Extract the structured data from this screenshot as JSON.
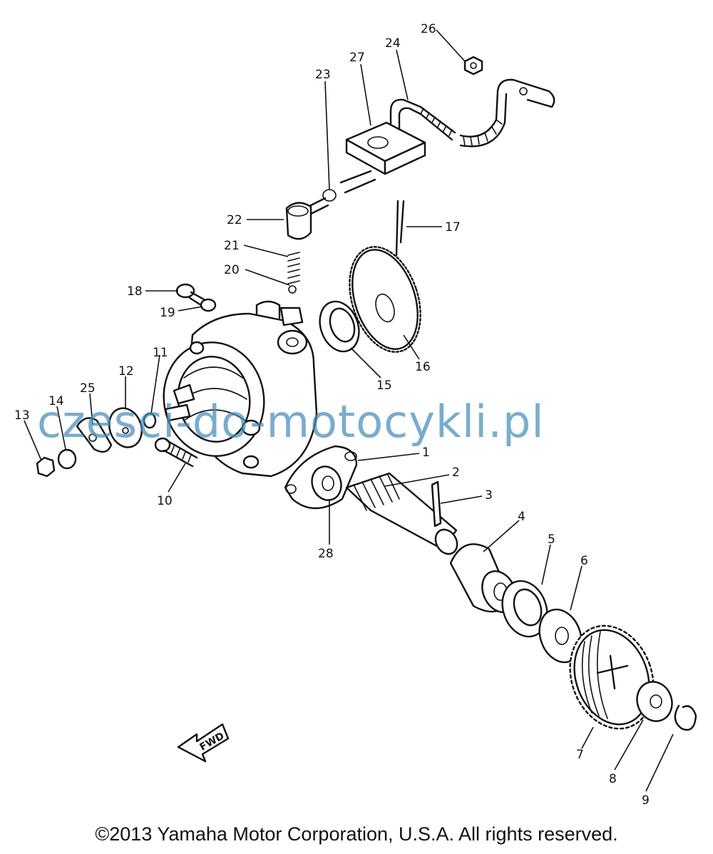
{
  "watermark": "czesci-do-motocykli.pl",
  "copyright": "©2013 Yamaha Motor Corporation, U.S.A. All rights reserved.",
  "direction_label": "FWD",
  "callouts": [
    "1",
    "2",
    "3",
    "4",
    "5",
    "6",
    "7",
    "8",
    "9",
    "10",
    "11",
    "12",
    "13",
    "14",
    "15",
    "16",
    "17",
    "18",
    "19",
    "20",
    "21",
    "22",
    "23",
    "24",
    "25",
    "26",
    "27",
    "28"
  ],
  "colors": {
    "line": "#111111",
    "watermark": "#468cb9"
  }
}
